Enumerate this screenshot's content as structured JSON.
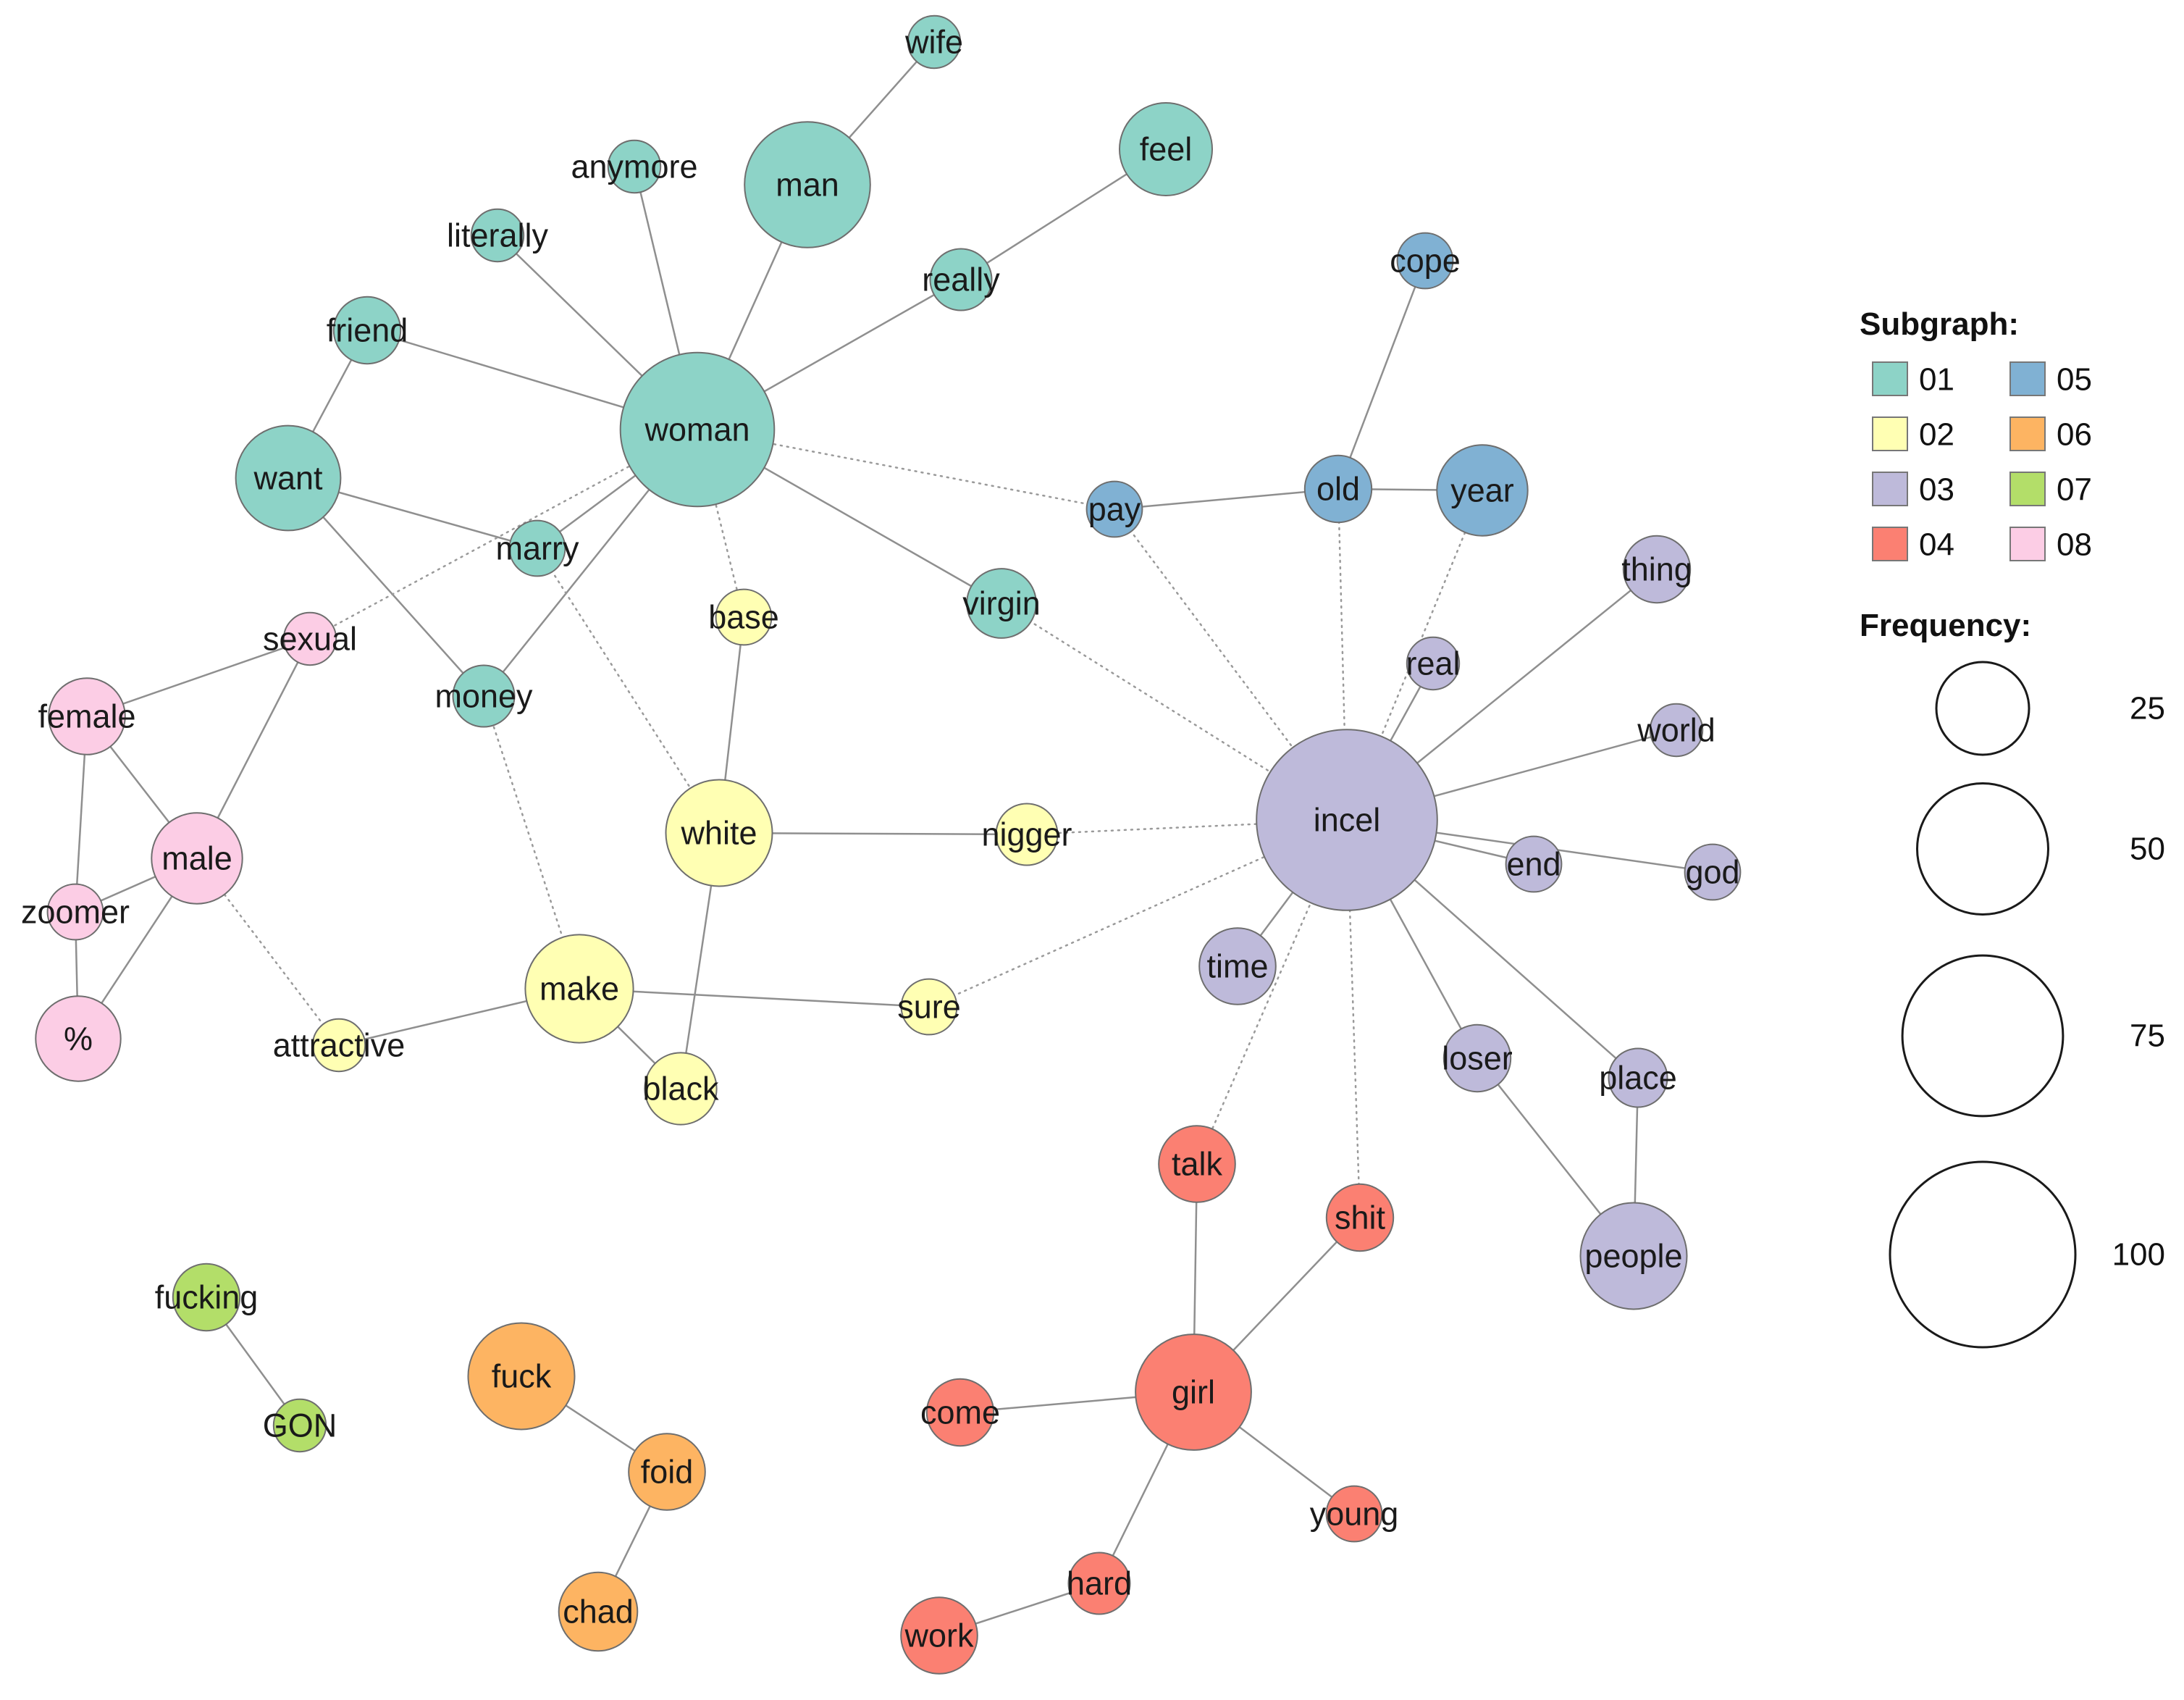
{
  "colors": {
    "01": "#8dd3c7",
    "02": "#ffffb3",
    "03": "#bebada",
    "04": "#fb8072",
    "05": "#80b1d3",
    "06": "#fdb462",
    "07": "#b3de69",
    "08": "#fccde5"
  },
  "legend": {
    "subgraph_title": "Subgraph:",
    "subgraph_items": [
      {
        "label": "01",
        "group": "01"
      },
      {
        "label": "05",
        "group": "05"
      },
      {
        "label": "02",
        "group": "02"
      },
      {
        "label": "06",
        "group": "06"
      },
      {
        "label": "03",
        "group": "03"
      },
      {
        "label": "07",
        "group": "07"
      },
      {
        "label": "04",
        "group": "04"
      },
      {
        "label": "08",
        "group": "08"
      }
    ],
    "frequency_title": "Frequency:",
    "frequency_items": [
      {
        "label": "25",
        "value": 25
      },
      {
        "label": "50",
        "value": 50
      },
      {
        "label": "75",
        "value": 75
      },
      {
        "label": "100",
        "value": 100
      }
    ]
  },
  "nodes": [
    {
      "id": "woman",
      "label": "woman",
      "group": "01",
      "freq": 69
    },
    {
      "id": "man",
      "label": "man",
      "group": "01",
      "freq": 46
    },
    {
      "id": "wife",
      "label": "wife",
      "group": "01",
      "freq": 8
    },
    {
      "id": "feel",
      "label": "feel",
      "group": "01",
      "freq": 25
    },
    {
      "id": "anymore",
      "label": "anymore",
      "group": "01",
      "freq": 8
    },
    {
      "id": "literally",
      "label": "literally",
      "group": "01",
      "freq": 8
    },
    {
      "id": "really",
      "label": "really",
      "group": "01",
      "freq": 11
    },
    {
      "id": "friend",
      "label": "friend",
      "group": "01",
      "freq": 13
    },
    {
      "id": "want",
      "label": "want",
      "group": "01",
      "freq": 32
    },
    {
      "id": "marry",
      "label": "marry",
      "group": "01",
      "freq": 9
    },
    {
      "id": "virgin",
      "label": "virgin",
      "group": "01",
      "freq": 14
    },
    {
      "id": "money",
      "label": "money",
      "group": "01",
      "freq": 11
    },
    {
      "id": "base",
      "label": "base",
      "group": "02",
      "freq": 9
    },
    {
      "id": "white",
      "label": "white",
      "group": "02",
      "freq": 33
    },
    {
      "id": "nigger",
      "label": "nigger",
      "group": "02",
      "freq": 11
    },
    {
      "id": "make",
      "label": "make",
      "group": "02",
      "freq": 34
    },
    {
      "id": "sure",
      "label": "sure",
      "group": "02",
      "freq": 9
    },
    {
      "id": "black",
      "label": "black",
      "group": "02",
      "freq": 15
    },
    {
      "id": "attractive",
      "label": "attractive",
      "group": "02",
      "freq": 8
    },
    {
      "id": "incel",
      "label": "incel",
      "group": "03",
      "freq": 95
    },
    {
      "id": "thing",
      "label": "thing",
      "group": "03",
      "freq": 13
    },
    {
      "id": "real",
      "label": "real",
      "group": "03",
      "freq": 8
    },
    {
      "id": "world",
      "label": "world",
      "group": "03",
      "freq": 8
    },
    {
      "id": "end",
      "label": "end",
      "group": "03",
      "freq": 9
    },
    {
      "id": "god",
      "label": "god",
      "group": "03",
      "freq": 9
    },
    {
      "id": "time",
      "label": "time",
      "group": "03",
      "freq": 17
    },
    {
      "id": "loser",
      "label": "loser",
      "group": "03",
      "freq": 13
    },
    {
      "id": "place",
      "label": "place",
      "group": "03",
      "freq": 10
    },
    {
      "id": "people",
      "label": "people",
      "group": "03",
      "freq": 33
    },
    {
      "id": "talk",
      "label": "talk",
      "group": "04",
      "freq": 17
    },
    {
      "id": "shit",
      "label": "shit",
      "group": "04",
      "freq": 13
    },
    {
      "id": "girl",
      "label": "girl",
      "group": "04",
      "freq": 39
    },
    {
      "id": "come",
      "label": "come",
      "group": "04",
      "freq": 13
    },
    {
      "id": "young",
      "label": "young",
      "group": "04",
      "freq": 9
    },
    {
      "id": "hard",
      "label": "hard",
      "group": "04",
      "freq": 11
    },
    {
      "id": "work",
      "label": "work",
      "group": "04",
      "freq": 17
    },
    {
      "id": "cope",
      "label": "cope",
      "group": "05",
      "freq": 9
    },
    {
      "id": "old",
      "label": "old",
      "group": "05",
      "freq": 13
    },
    {
      "id": "year",
      "label": "year",
      "group": "05",
      "freq": 24
    },
    {
      "id": "pay",
      "label": "pay",
      "group": "05",
      "freq": 9
    },
    {
      "id": "fuck",
      "label": "fuck",
      "group": "06",
      "freq": 33
    },
    {
      "id": "foid",
      "label": "foid",
      "group": "06",
      "freq": 17
    },
    {
      "id": "chad",
      "label": "chad",
      "group": "06",
      "freq": 18
    },
    {
      "id": "fucking",
      "label": "fucking",
      "group": "07",
      "freq": 13
    },
    {
      "id": "GON",
      "label": "GON",
      "group": "07",
      "freq": 8
    },
    {
      "id": "female",
      "label": "female",
      "group": "08",
      "freq": 17
    },
    {
      "id": "sexual",
      "label": "sexual",
      "group": "08",
      "freq": 8
    },
    {
      "id": "male",
      "label": "male",
      "group": "08",
      "freq": 24
    },
    {
      "id": "zoomer",
      "label": "zoomer",
      "group": "08",
      "freq": 9
    },
    {
      "id": "percent",
      "label": "%",
      "group": "08",
      "freq": 21
    }
  ],
  "edges": [
    {
      "source": "man",
      "target": "wife",
      "style": "solid"
    },
    {
      "source": "man",
      "target": "woman",
      "style": "solid"
    },
    {
      "source": "feel",
      "target": "really",
      "style": "solid"
    },
    {
      "source": "really",
      "target": "woman",
      "style": "solid"
    },
    {
      "source": "anymore",
      "target": "woman",
      "style": "solid"
    },
    {
      "source": "literally",
      "target": "woman",
      "style": "solid"
    },
    {
      "source": "friend",
      "target": "woman",
      "style": "solid"
    },
    {
      "source": "friend",
      "target": "want",
      "style": "solid"
    },
    {
      "source": "want",
      "target": "marry",
      "style": "solid"
    },
    {
      "source": "want",
      "target": "money",
      "style": "solid"
    },
    {
      "source": "marry",
      "target": "woman",
      "style": "solid"
    },
    {
      "source": "money",
      "target": "woman",
      "style": "solid"
    },
    {
      "source": "woman",
      "target": "virgin",
      "style": "solid"
    },
    {
      "source": "base",
      "target": "white",
      "style": "solid"
    },
    {
      "source": "white",
      "target": "nigger",
      "style": "solid"
    },
    {
      "source": "white",
      "target": "black",
      "style": "solid"
    },
    {
      "source": "make",
      "target": "black",
      "style": "solid"
    },
    {
      "source": "make",
      "target": "sure",
      "style": "solid"
    },
    {
      "source": "make",
      "target": "attractive",
      "style": "solid"
    },
    {
      "source": "cope",
      "target": "old",
      "style": "solid"
    },
    {
      "source": "pay",
      "target": "old",
      "style": "solid"
    },
    {
      "source": "old",
      "target": "year",
      "style": "solid"
    },
    {
      "source": "incel",
      "target": "real",
      "style": "solid"
    },
    {
      "source": "incel",
      "target": "thing",
      "style": "solid"
    },
    {
      "source": "incel",
      "target": "world",
      "style": "solid"
    },
    {
      "source": "incel",
      "target": "end",
      "style": "solid"
    },
    {
      "source": "incel",
      "target": "god",
      "style": "solid"
    },
    {
      "source": "incel",
      "target": "time",
      "style": "solid"
    },
    {
      "source": "incel",
      "target": "loser",
      "style": "solid"
    },
    {
      "source": "incel",
      "target": "place",
      "style": "solid"
    },
    {
      "source": "loser",
      "target": "people",
      "style": "solid"
    },
    {
      "source": "place",
      "target": "people",
      "style": "solid"
    },
    {
      "source": "talk",
      "target": "girl",
      "style": "solid"
    },
    {
      "source": "shit",
      "target": "girl",
      "style": "solid"
    },
    {
      "source": "come",
      "target": "girl",
      "style": "solid"
    },
    {
      "source": "girl",
      "target": "young",
      "style": "solid"
    },
    {
      "source": "girl",
      "target": "hard",
      "style": "solid"
    },
    {
      "source": "hard",
      "target": "work",
      "style": "solid"
    },
    {
      "source": "fuck",
      "target": "foid",
      "style": "solid"
    },
    {
      "source": "foid",
      "target": "chad",
      "style": "solid"
    },
    {
      "source": "fucking",
      "target": "GON",
      "style": "solid"
    },
    {
      "source": "female",
      "target": "sexual",
      "style": "solid"
    },
    {
      "source": "female",
      "target": "male",
      "style": "solid"
    },
    {
      "source": "female",
      "target": "zoomer",
      "style": "solid"
    },
    {
      "source": "sexual",
      "target": "male",
      "style": "solid"
    },
    {
      "source": "male",
      "target": "zoomer",
      "style": "solid"
    },
    {
      "source": "male",
      "target": "percent",
      "style": "solid"
    },
    {
      "source": "zoomer",
      "target": "percent",
      "style": "solid"
    },
    {
      "source": "woman",
      "target": "pay",
      "style": "dotted"
    },
    {
      "source": "woman",
      "target": "base",
      "style": "dotted"
    },
    {
      "source": "woman",
      "target": "sexual",
      "style": "dotted"
    },
    {
      "source": "marry",
      "target": "white",
      "style": "dotted"
    },
    {
      "source": "money",
      "target": "make",
      "style": "dotted"
    },
    {
      "source": "male",
      "target": "attractive",
      "style": "dotted"
    },
    {
      "source": "virgin",
      "target": "incel",
      "style": "dotted"
    },
    {
      "source": "pay",
      "target": "incel",
      "style": "dotted"
    },
    {
      "source": "old",
      "target": "incel",
      "style": "dotted"
    },
    {
      "source": "year",
      "target": "incel",
      "style": "dotted"
    },
    {
      "source": "nigger",
      "target": "incel",
      "style": "dotted"
    },
    {
      "source": "sure",
      "target": "incel",
      "style": "dotted"
    },
    {
      "source": "talk",
      "target": "incel",
      "style": "dotted"
    },
    {
      "source": "shit",
      "target": "incel",
      "style": "dotted"
    }
  ]
}
